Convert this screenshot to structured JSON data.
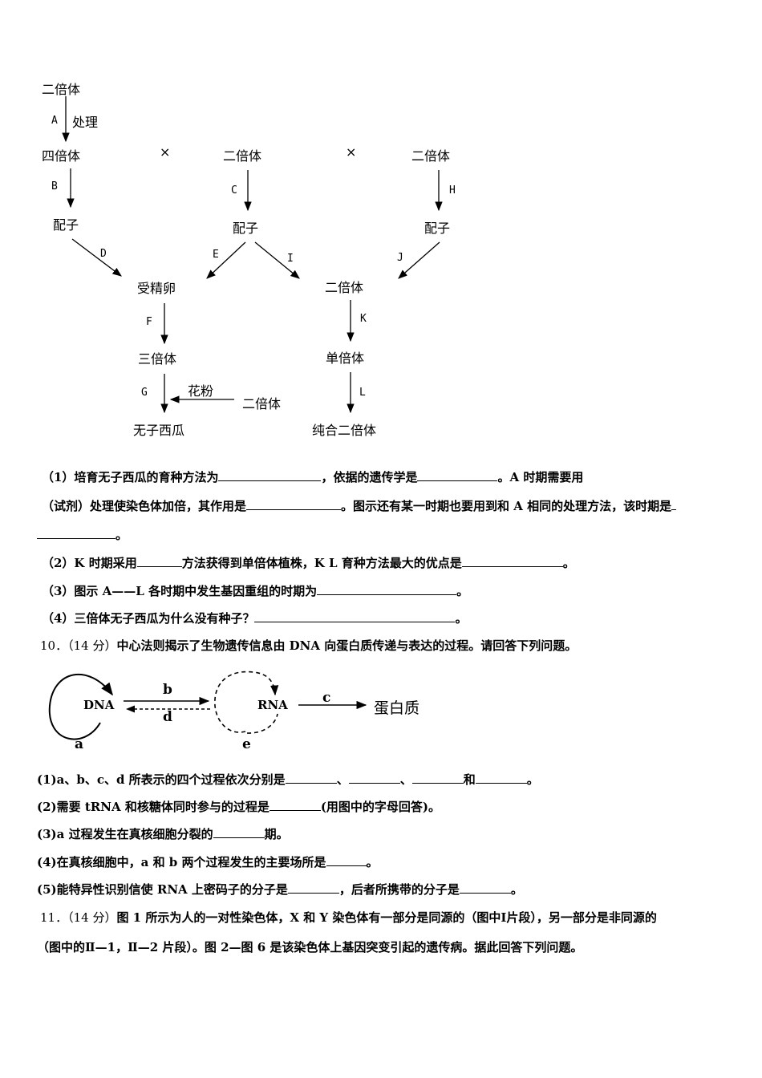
{
  "diagram1": {
    "nodes": {
      "n_diploid_top": "二倍体",
      "n_treat": "处理",
      "n_tetraploid": "四倍体",
      "n_cross1": "×",
      "n_diploid_mid": "二倍体",
      "n_cross2": "×",
      "n_diploid_right": "二倍体",
      "n_gamete1": "配子",
      "n_gamete2": "配子",
      "n_gamete3": "配子",
      "n_zygote": "受精卵",
      "n_diploid_k": "二倍体",
      "n_triploid": "三倍体",
      "n_haploid": "单倍体",
      "n_pollen": "花粉",
      "n_diploid_pollen": "二倍体",
      "n_seedless": "无子西瓜",
      "n_pure_diploid": "纯合二倍体"
    },
    "labels": {
      "A": "A",
      "B": "B",
      "C": "C",
      "D": "D",
      "E": "E",
      "F": "F",
      "G": "G",
      "H": "H",
      "I": "I",
      "J": "J",
      "K": "K",
      "L": "L"
    }
  },
  "q9": {
    "p1a": "（1）培育无子西瓜的育种方法为",
    "p1b": "，依据的遗传学是",
    "p1c": "。A 时期需要用",
    "p1d": "（试剂）处理使染色体加倍，其作用是",
    "p1e": "。图示还有某一时期也要用到和 A 相同的处理方法，该时期是",
    "p1f": "。",
    "p2a": "（2）K 时期采用",
    "p2b": "方法获得到单倍体植株，K L 育种方法最大的优点是",
    "p2c": "。",
    "p3a": "（3）图示 A——L 各时期中发生基因重组的时期为",
    "p3b": "。",
    "p4a": "（4）三倍体无子西瓜为什么没有种子？",
    "p4b": "。"
  },
  "q10": {
    "num": "10．（14 分）",
    "stem": "中心法则揭示了生物遗传信息由 DNA 向蛋白质传递与表达的过程。请回答下列问题。",
    "diagram": {
      "dna": "DNA",
      "rna": "RNA",
      "protein": "蛋白质",
      "a": "a",
      "b": "b",
      "c": "c",
      "d": "d",
      "e": "e"
    },
    "s1a": "(1)a、b、c、d 所表示的四个过程依次分别是",
    "s1b": "、",
    "s1c": "、",
    "s1d": "和",
    "s1e": "。",
    "s2a": "(2)需要 tRNA 和核糖体同时参与的过程是",
    "s2b": "(用图中的字母回答)。",
    "s3a": "(3)a 过程发生在真核细胞分裂的",
    "s3b": "期。",
    "s4a": "(4)在真核细胞中，a 和 b 两个过程发生的主要场所是",
    "s4b": "。",
    "s5a": "(5)能特异性识别信使 RNA 上密码子的分子是",
    "s5b": "，后者所携带的分子是",
    "s5c": "。"
  },
  "q11": {
    "num": "11．（14 分）",
    "line1": "图 1 所示为人的一对性染色体，X 和 Y 染色体有一部分是同源的（图中Ⅰ片段），另一部分是非同源的",
    "line2": "（图中的Ⅱ—1，Ⅱ—2 片段）。图 2—图 6 是该染色体上基因突变引起的遗传病。据此回答下列问题。"
  }
}
